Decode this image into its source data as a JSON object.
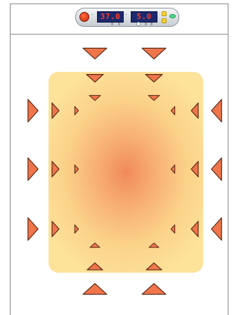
{
  "control_panel": {
    "temperature_display": "37.0",
    "co2_display": "5.0",
    "colors": {
      "display_bg": "#1b2a6e",
      "display_text": "#ff3b2a",
      "power_button": "#e0401a",
      "indicator_led": "#4fe08a",
      "keys": "#ffd43a"
    }
  },
  "diagram": {
    "colors": {
      "arrow_fill": "#f0754a",
      "arrow_stroke": "#5a2a18",
      "chamber_center": "#f08a5a",
      "chamber_edge": "#fde29a"
    },
    "arrow_groups": [
      "top-inward",
      "bottom-inward",
      "left-inward",
      "right-inward"
    ]
  }
}
